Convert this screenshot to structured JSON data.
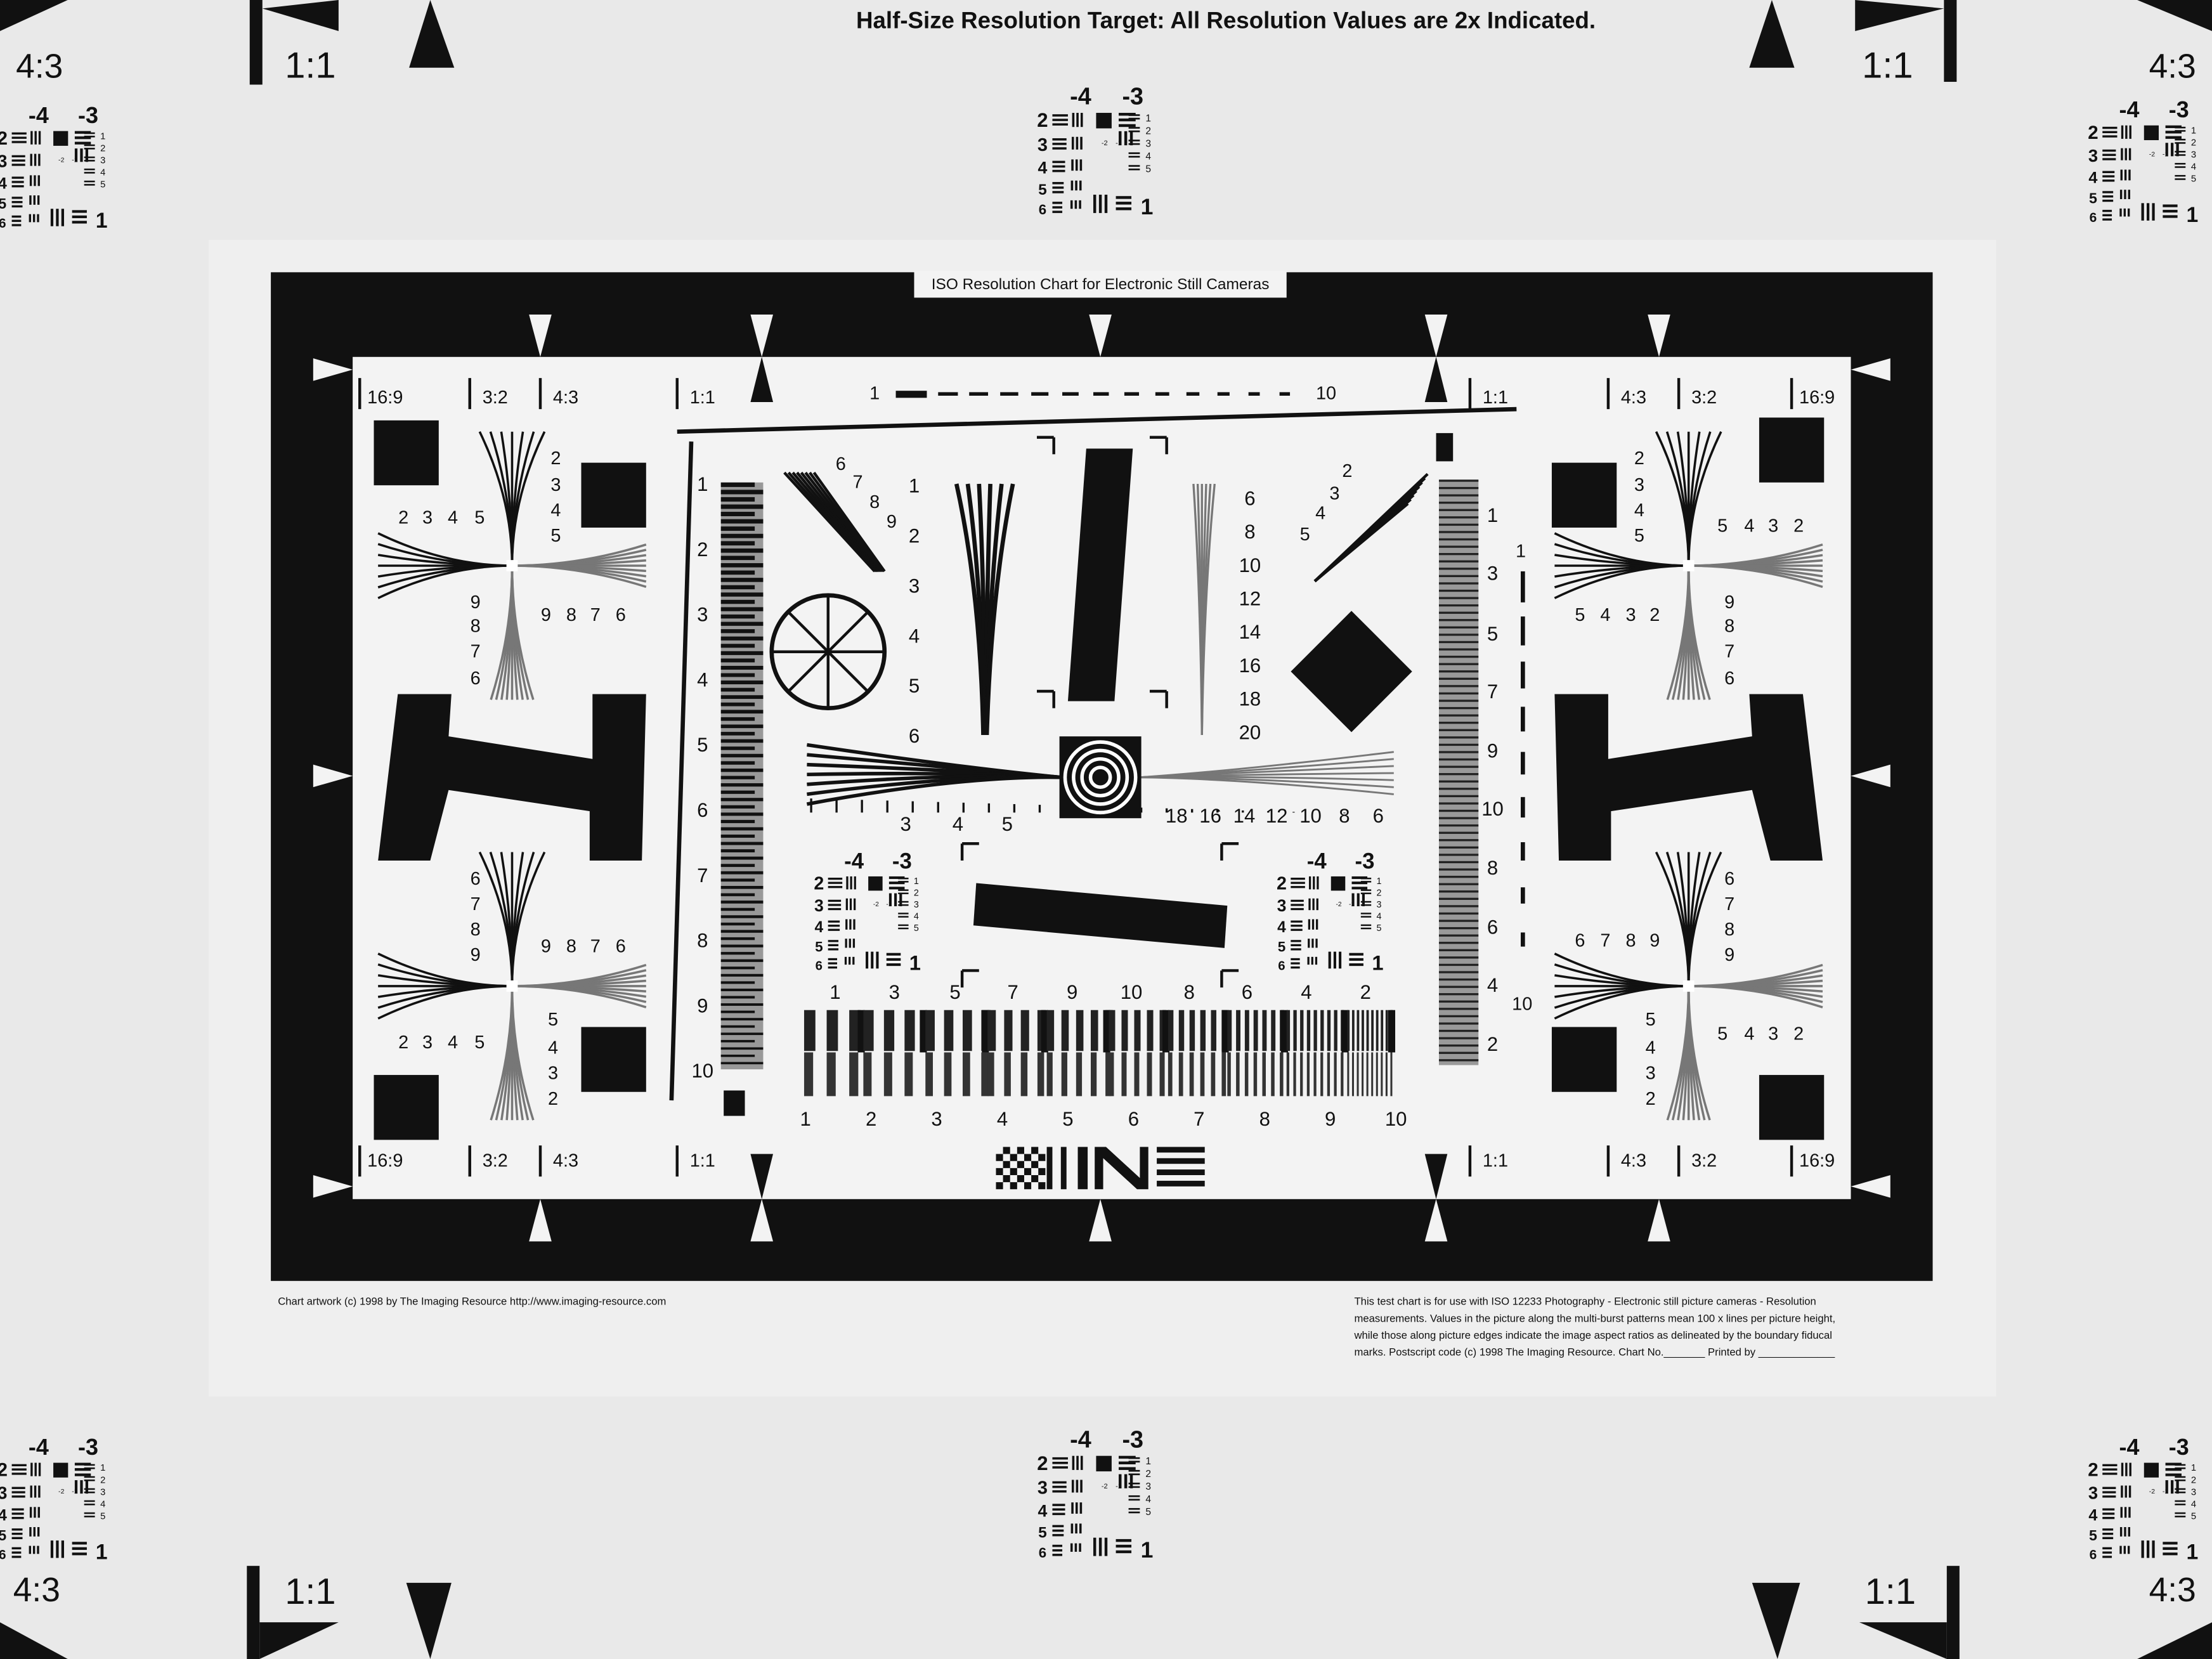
{
  "header": {
    "title": "Half-Size Resolution Target: All Resolution Values are 2x Indicated."
  },
  "corner_marks": {
    "ratio_43": "4:3",
    "ratio_11": "1:1"
  },
  "mini_target": {
    "top": [
      "-4",
      "-3"
    ],
    "left": [
      "2",
      "3",
      "4",
      "5",
      "6"
    ],
    "right": [
      "1",
      "2",
      "3",
      "4",
      "5"
    ],
    "bottom": "1",
    "inner": [
      "-2",
      "-1"
    ]
  },
  "chart": {
    "title": "ISO Resolution Chart for Electronic Still Cameras",
    "aspect_labels": [
      "16:9",
      "3:2",
      "4:3",
      "1:1",
      "1:1",
      "4:3",
      "3:2",
      "16:9"
    ],
    "top_scale": [
      "1",
      "10"
    ],
    "left_scale": [
      "1",
      "2",
      "3",
      "4",
      "5",
      "6",
      "7",
      "8",
      "9",
      "10"
    ],
    "right_scale": [
      "1",
      "3",
      "5",
      "7",
      "9",
      "10",
      "8",
      "6",
      "4",
      "2"
    ],
    "right_bars_scale": [
      "1",
      "10"
    ],
    "bottom_scale": [
      "1",
      "2",
      "3",
      "4",
      "5",
      "6",
      "7",
      "8",
      "9",
      "10"
    ],
    "burst_labels": [
      "1",
      "3",
      "5",
      "7",
      "9",
      "10",
      "8",
      "6",
      "4",
      "2"
    ],
    "wedge_left": [
      "1",
      "2",
      "3",
      "4",
      "5",
      "6"
    ],
    "wedge_right": [
      "6",
      "8",
      "10",
      "12",
      "14",
      "16",
      "18",
      "20"
    ],
    "horiz_left": [
      "3",
      "4",
      "5"
    ],
    "horiz_right": [
      "18",
      "16",
      "14",
      "12",
      "10",
      "8",
      "6"
    ],
    "fan_left": [
      "6",
      "7",
      "8",
      "9"
    ],
    "fan_right": [
      "2",
      "3",
      "4",
      "5"
    ],
    "star_v_top": [
      "2",
      "3",
      "4",
      "5"
    ],
    "star_h_left": [
      "2",
      "3",
      "4",
      "5"
    ],
    "star_h_right": [
      "9",
      "8",
      "7",
      "6"
    ],
    "star_v_bottom": [
      "9",
      "8",
      "7",
      "6"
    ]
  },
  "footer": {
    "left": "Chart artwork (c) 1998 by The Imaging Resource http://www.imaging-resource.com",
    "right": [
      "This test chart is for use with ISO 12233 Photography - Electronic still picture cameras - Resolution",
      "measurements. Values in the picture along the multi-burst patterns mean 100 x lines per picture height,",
      "while those along picture edges indicate the image aspect ratios as delineated by the boundary fiducal",
      "marks. Postscript code  (c) 1998 The Imaging Resource. Chart No._______ Printed by _____________"
    ]
  }
}
